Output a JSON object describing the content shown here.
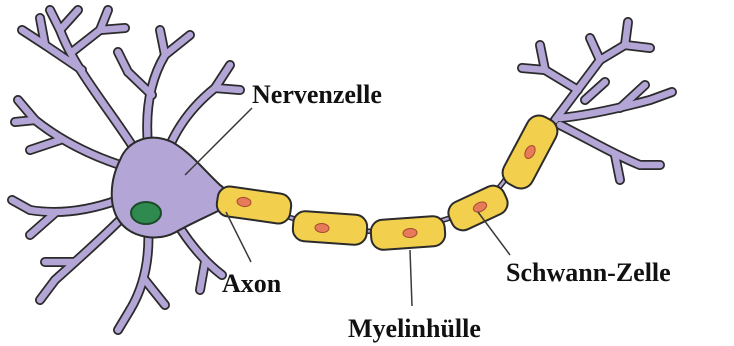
{
  "labels": {
    "nerve_cell": "Nervenzelle",
    "axon": "Axon",
    "myelin": "Myelinhülle",
    "schwann": "Schwann-Zelle"
  },
  "colors": {
    "cell_fill": "#b3a6d6",
    "cell_stroke": "#2b2b2b",
    "nucleus_fill": "#2e8a4e",
    "schwann_fill": "#f2cf4c",
    "schwann_nucleus": "#e77a58",
    "leader_line": "#3a3a3a",
    "text": "#111111"
  }
}
